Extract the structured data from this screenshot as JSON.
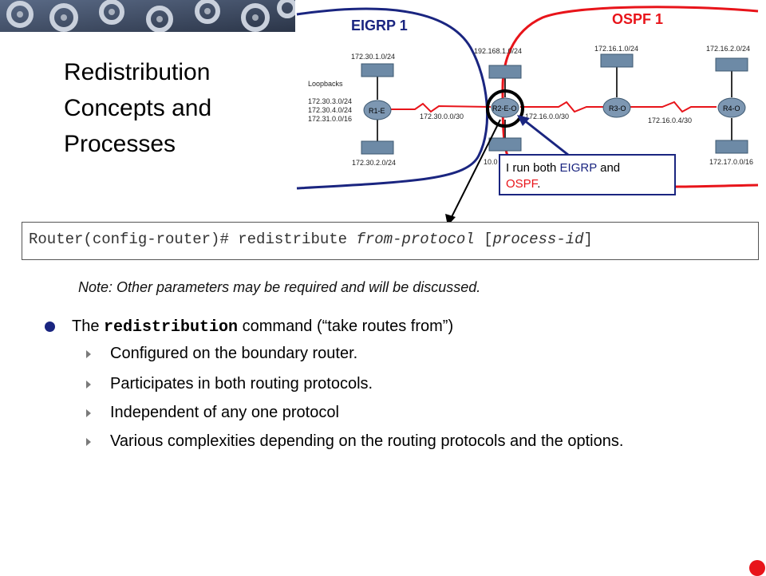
{
  "slide_title_lines": [
    "Redistribution",
    "Concepts and",
    "Processes"
  ],
  "diagram": {
    "domains": {
      "eigrp": "EIGRP 1",
      "ospf": "OSPF 1"
    },
    "loopbacks_label": "Loopbacks",
    "loopbacks": [
      "172.30.3.0/24",
      "172.30.4.0/24",
      "172.31.0.0/16"
    ],
    "routers": [
      "R1-E",
      "R2-E-O",
      "R3-O",
      "R4-O"
    ],
    "networks": {
      "r1_top": "172.30.1.0/24",
      "r1_bottom": "172.30.2.0/24",
      "r1_r2": "172.30.0.0/30",
      "r2_top": "192.168.1.0/24",
      "r2_bottom": "10.0",
      "r2_r3": "172.16.0.0/30",
      "r3_top": "172.16.1.0/24",
      "r3_r4": "172.16.0.4/30",
      "r4_top": "172.16.2.0/24",
      "r4_bottom": "172.17.0.0/16"
    },
    "callout": {
      "prefix": "I run both ",
      "eigrp": "EIGRP",
      "and": " and",
      "ospf": "OSPF",
      "suffix": "."
    },
    "colors": {
      "eigrp": "#1a2580",
      "ospf": "#e8141a"
    }
  },
  "command": {
    "prefix": "Router(config-router)# redistribute ",
    "arg1": "from-protocol",
    "open": " [",
    "arg2": "process-id",
    "close": "]"
  },
  "note": "Note: Other parameters may be required and will be discussed.",
  "bullet": {
    "before": "The ",
    "keyword": "redistribution",
    "after": " command (“take routes from”)"
  },
  "subbullets": [
    "Configured on the boundary router.",
    "Participates in both routing protocols.",
    "Independent of any one protocol",
    "Various complexities depending on the routing protocols and the options."
  ]
}
